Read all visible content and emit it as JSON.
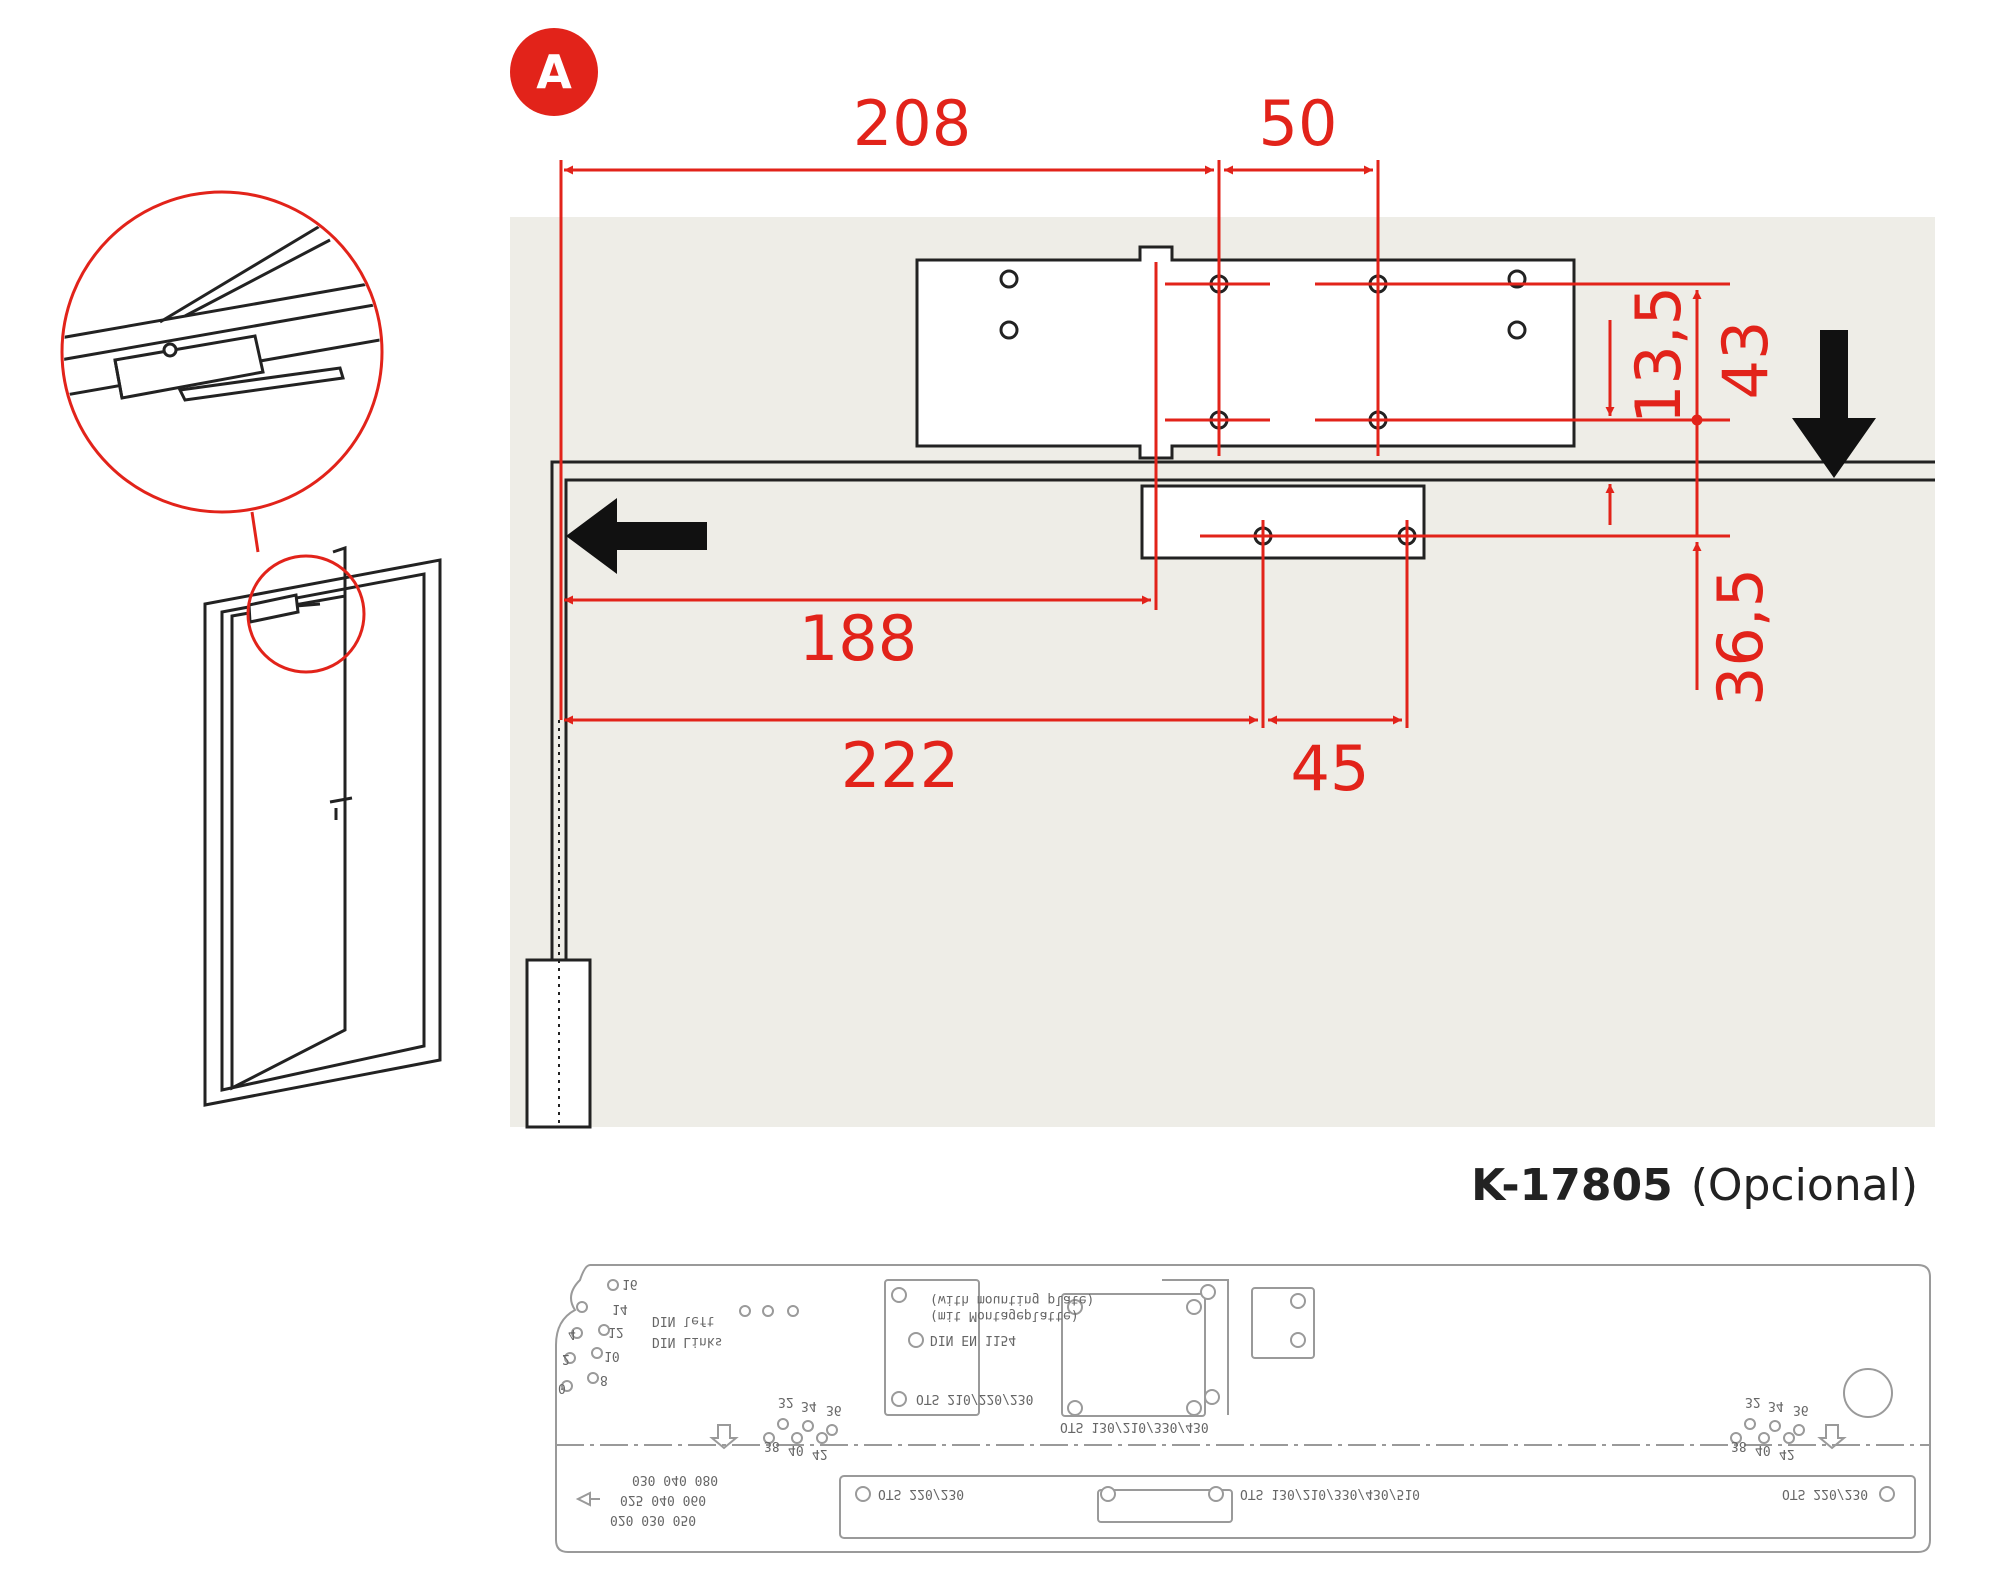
{
  "badge": {
    "label": "A",
    "color": "#e2231a"
  },
  "colors": {
    "dimension": "#e2231a",
    "wall": "#eeede7",
    "line": "#222222",
    "plate_line": "#9a9a9a"
  },
  "dimensions": {
    "d208": "208",
    "d50": "50",
    "d13_5": "13,5",
    "d43": "43",
    "d188": "188",
    "d36_5": "36,5",
    "d222": "222",
    "d45": "45"
  },
  "product": {
    "code": "K-17805",
    "note": "(Opcional)"
  },
  "plate_text": {
    "n16": "16",
    "n14": "14",
    "n12": "12",
    "n10": "10",
    "n8": "8",
    "n4": "4",
    "n2": "2",
    "n0": "0",
    "din_left": "DIN left",
    "din_links": "DIN Links",
    "with_plate": "(with mounting plate)",
    "mit_platte": "(mit Montageplatte)",
    "din_en": "DIN EN 1154",
    "ots_a": "OTS 210/220/230",
    "ots_b": "OTS 130/210/330/430",
    "ots_c": "OTS 220/230",
    "ots_d": "OTS 130/210/330/430/510",
    "ots_e": "OTS 220/230",
    "n32a": "32",
    "n34a": "34",
    "n36a": "36",
    "n38a": "38",
    "n40a": "40",
    "n42a": "42",
    "n32b": "32",
    "n34b": "34",
    "n36b": "36",
    "n38b": "38",
    "n40b": "40",
    "n42b": "42",
    "row1": "030 040 080",
    "row2": "025 040 060",
    "row3": "020 030 050"
  }
}
